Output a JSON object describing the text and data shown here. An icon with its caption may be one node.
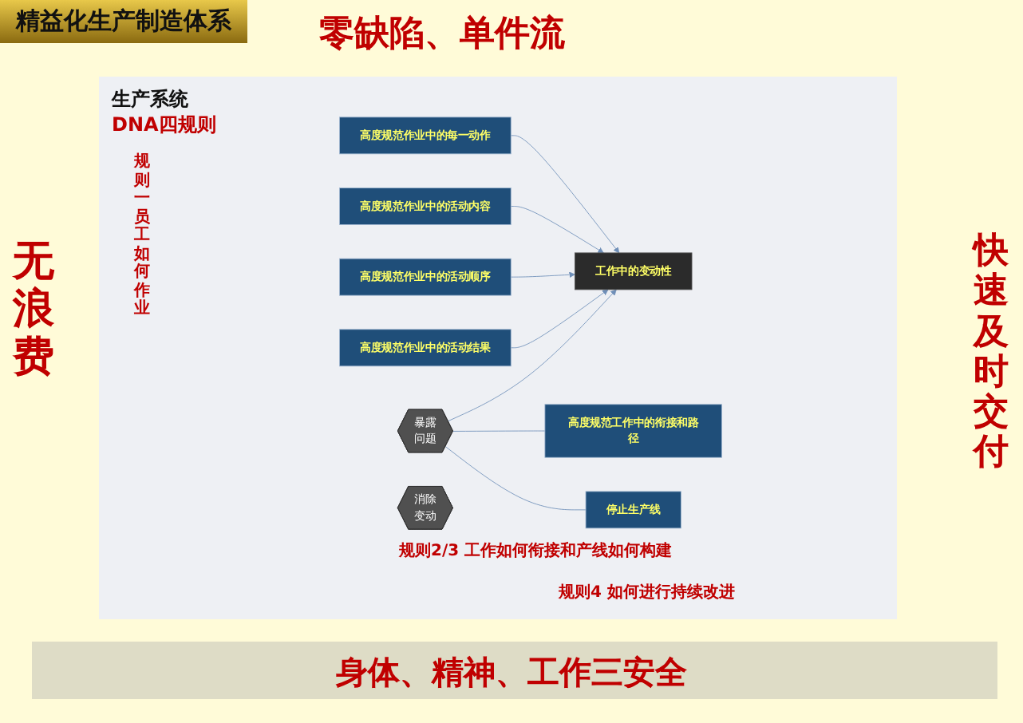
{
  "diagram": {
    "title": "精益化生产制造体系",
    "nodes": [
      {
        "text": [
          "高度规范作业中的每一动作"
        ]
      },
      {
        "text": [
          "高度规范作业中的活动内容"
        ]
      },
      {
        "text": [
          "高度规范作业中的活动顺序"
        ]
      },
      {
        "text": [
          "高度规范作业中的活动结果"
        ]
      },
      {
        "text": [
          "暴露",
          "问题"
        ]
      },
      {
        "text": [
          "工作中的变动性"
        ]
      },
      {
        "text": [
          "消除",
          "变动"
        ]
      },
      {
        "text": [
          "高度规范工作中的衔接和路径"
        ]
      },
      {
        "text": [
          "停止生产线"
        ]
      }
    ],
    "edges": [
      {
        "from": 0,
        "to": 5,
        "arrow": "to"
      },
      {
        "from": 1,
        "to": 5,
        "arrow": "to"
      },
      {
        "from": 2,
        "to": 5,
        "arrow": "to"
      },
      {
        "from": 3,
        "to": 5,
        "arrow": "to"
      },
      {
        "from": 4,
        "to": 5,
        "arrow": "to"
      },
      {
        "from": 4,
        "to": 7,
        "arrow": "none"
      },
      {
        "from": 4,
        "to": 8,
        "arrow": "none"
      }
    ],
    "labels": [
      "零缺陷、单件流",
      "无浪费",
      "快速及时交付",
      "生产系统",
      "DNA四规则",
      "规则一员工如何作业",
      "规则2/3 工作如何衔接和产线如何构建",
      "规则4 如何进行持续改进",
      "身体、精神、工作三安全"
    ]
  }
}
